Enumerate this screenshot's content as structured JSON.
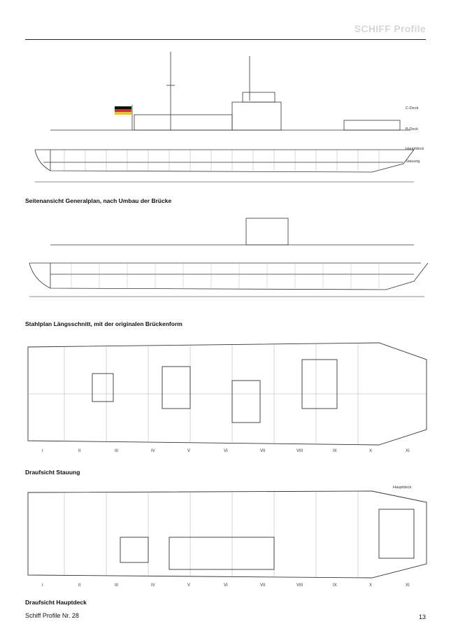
{
  "header": {
    "title": "SCHIFF Profile"
  },
  "captions": {
    "side_view": "Seitenansicht Generalplan, nach Umbau der Brücke",
    "longitudinal": "Stahlplan Längsschnitt, mit der originalen Brückenform",
    "stowage": "Draufsicht Stauung",
    "main_deck": "Draufsicht Hauptdeck"
  },
  "drawing_labels": {
    "c_deck": "C-Deck",
    "b_deck": "B-Deck",
    "hauptdeck": "Hauptdeck",
    "stauung": "Stauung",
    "hauptdeck_plan": "Hauptdeck",
    "section_numerals": [
      "I",
      "II",
      "III",
      "IV",
      "V",
      "VI",
      "VII",
      "VIII",
      "IX",
      "X",
      "XI"
    ]
  },
  "footer": {
    "publication": "Schiff Profile Nr. 28",
    "page_number": "13"
  }
}
